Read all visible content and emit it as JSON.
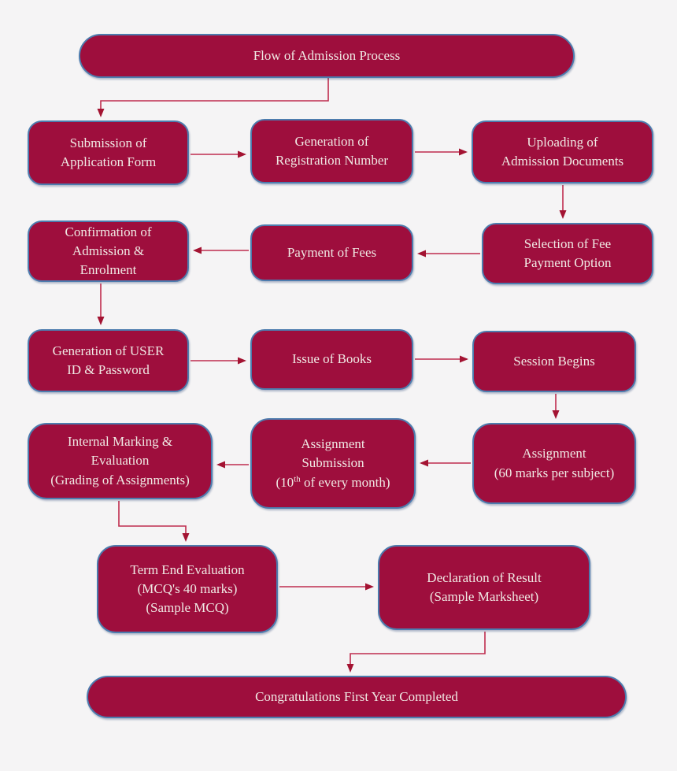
{
  "diagram": {
    "colors": {
      "background": "#f5f4f5",
      "node_fill": "#9e0e3d",
      "node_border": "#4d7cae",
      "node_text": "#f0e9e4",
      "arrow_line": "#bf2c4e",
      "arrow_head": "#a31332"
    },
    "nodes": {
      "title": {
        "label": "Flow of Admission Process"
      },
      "submission": {
        "line1": "Submission of",
        "line2": "Application Form"
      },
      "generation_reg": {
        "line1": "Generation of",
        "line2": "Registration Number"
      },
      "uploading": {
        "line1": "Uploading of",
        "line2": "Admission Documents"
      },
      "confirmation": {
        "line1": "Confirmation of",
        "line2": "Admission &",
        "line3": "Enrolment"
      },
      "payment": {
        "line1": "Payment of Fees"
      },
      "selection": {
        "line1": "Selection of Fee",
        "line2": "Payment Option"
      },
      "generation_user": {
        "line1": "Generation of USER",
        "line2": "ID & Password"
      },
      "issue_books": {
        "line1": "Issue of Books"
      },
      "session": {
        "line1": "Session Begins"
      },
      "internal_marking": {
        "line1": "Internal Marking &",
        "line2": "Evaluation",
        "line3": "(Grading of Assignments)"
      },
      "assignment_submission": {
        "line1": "Assignment",
        "line2": "Submission",
        "line3_prefix": "(10",
        "line3_sup": "th",
        "line3_suffix": " of every month)"
      },
      "assignment": {
        "line1": "Assignment",
        "line2": "(60 marks per subject)"
      },
      "term_end": {
        "line1": "Term End Evaluation",
        "line2": "(MCQ's 40 marks)",
        "line3": "(Sample MCQ)"
      },
      "declaration": {
        "line1": "Declaration of Result",
        "line2": "(Sample Marksheet)"
      },
      "congratulations": {
        "label": "Congratulations First Year Completed"
      }
    },
    "edges": [
      {
        "from": "title",
        "to": "submission"
      },
      {
        "from": "submission",
        "to": "generation_reg"
      },
      {
        "from": "generation_reg",
        "to": "uploading"
      },
      {
        "from": "uploading",
        "to": "selection"
      },
      {
        "from": "selection",
        "to": "payment"
      },
      {
        "from": "payment",
        "to": "confirmation"
      },
      {
        "from": "confirmation",
        "to": "generation_user"
      },
      {
        "from": "generation_user",
        "to": "issue_books"
      },
      {
        "from": "issue_books",
        "to": "session"
      },
      {
        "from": "session",
        "to": "assignment"
      },
      {
        "from": "assignment",
        "to": "assignment_submission"
      },
      {
        "from": "assignment_submission",
        "to": "internal_marking"
      },
      {
        "from": "internal_marking",
        "to": "term_end"
      },
      {
        "from": "term_end",
        "to": "declaration"
      },
      {
        "from": "declaration",
        "to": "congratulations"
      }
    ]
  }
}
